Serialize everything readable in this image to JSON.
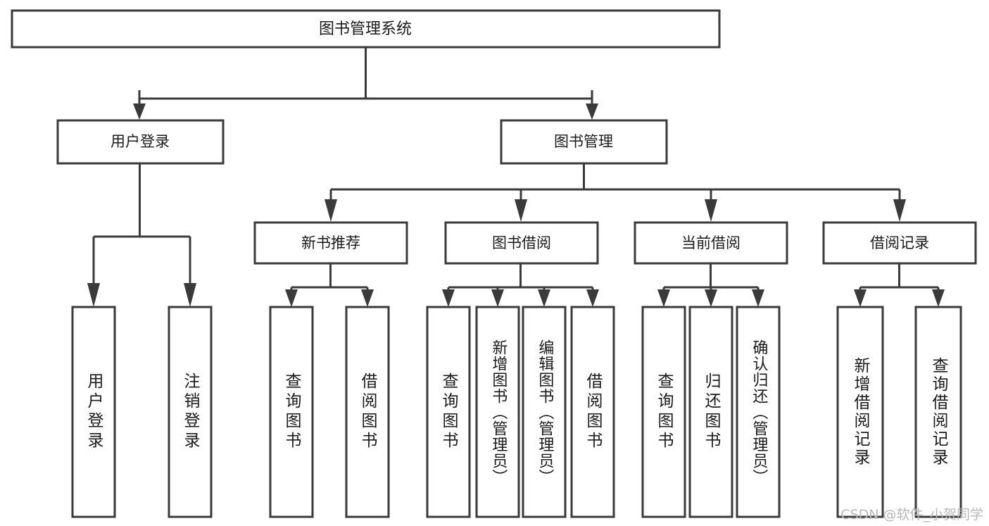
{
  "diagram": {
    "type": "tree-hierarchy",
    "title": "图书管理系统",
    "watermark": "CSDN @软件_小贺同学",
    "colors": {
      "stroke": "#3a3a3a",
      "fill": "#ffffff",
      "text": "#1a1a1a",
      "watermark": "#b8b8b8",
      "background": "#ffffff"
    },
    "levels": {
      "root": {
        "label": "图书管理系统"
      },
      "level2": [
        {
          "label": "用户登录"
        },
        {
          "label": "图书管理"
        }
      ],
      "level3": [
        {
          "label": "新书推荐"
        },
        {
          "label": "图书借阅"
        },
        {
          "label": "当前借阅"
        },
        {
          "label": "借阅记录"
        }
      ],
      "leaves": [
        {
          "label": "用户登录",
          "parent": "用户登录"
        },
        {
          "label": "注销登录",
          "parent": "用户登录"
        },
        {
          "label": "查询图书",
          "parent": "新书推荐"
        },
        {
          "label": "借阅图书",
          "parent": "新书推荐"
        },
        {
          "label": "查询图书",
          "parent": "图书借阅"
        },
        {
          "label": "新增图书（管理员）",
          "parent": "图书借阅"
        },
        {
          "label": "编辑图书（管理员）",
          "parent": "图书借阅"
        },
        {
          "label": "借阅图书",
          "parent": "图书借阅"
        },
        {
          "label": "查询图书",
          "parent": "当前借阅"
        },
        {
          "label": "归还图书",
          "parent": "当前借阅"
        },
        {
          "label": "确认归还（管理员）",
          "parent": "当前借阅"
        },
        {
          "label": "新增借阅记录",
          "parent": "借阅记录"
        },
        {
          "label": "查询借阅记录",
          "parent": "借阅记录"
        }
      ]
    }
  }
}
